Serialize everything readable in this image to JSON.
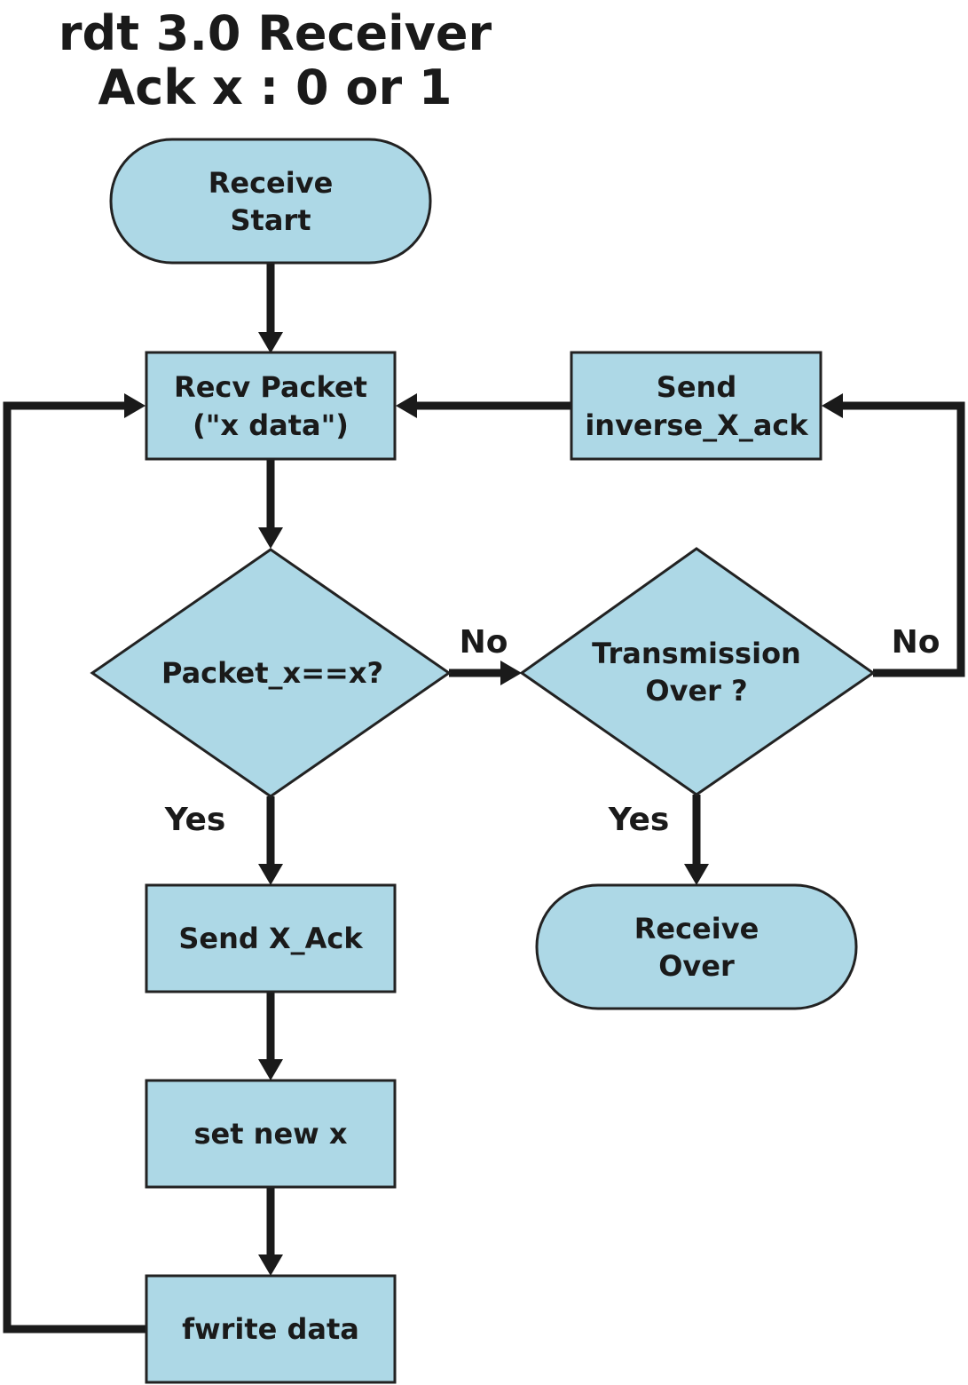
{
  "title": {
    "line1": "rdt 3.0 Receiver",
    "line2": "Ack x : 0 or 1"
  },
  "nodes": {
    "receive_start": {
      "line1": "Receive",
      "line2": "Start"
    },
    "recv_packet": {
      "line1": "Recv Packet",
      "line2": "(\"x data\")"
    },
    "send_inverse": {
      "line1": "Send",
      "line2": "inverse_X_ack"
    },
    "packet_check": {
      "line1": "Packet_x==x?"
    },
    "transmission_over": {
      "line1": "Transmission",
      "line2": "Over ?"
    },
    "send_x_ack": {
      "line1": "Send X_Ack"
    },
    "receive_over": {
      "line1": "Receive",
      "line2": "Over"
    },
    "set_new_x": {
      "line1": "set new x"
    },
    "fwrite_data": {
      "line1": "fwrite data"
    }
  },
  "edge_labels": {
    "no_packet": "No",
    "no_transmission": "No",
    "yes_packet": "Yes",
    "yes_transmission": "Yes"
  },
  "colors": {
    "node_fill": "#add8e6",
    "line": "#1a1a1a"
  }
}
